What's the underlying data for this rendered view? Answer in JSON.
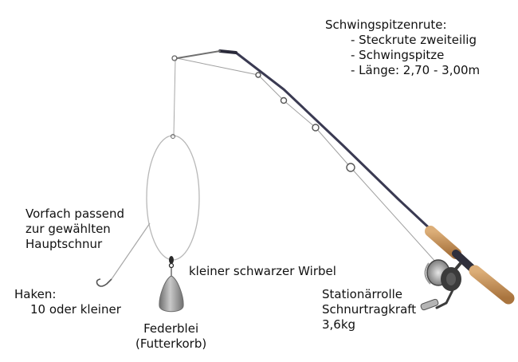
{
  "rod": {
    "title": "Schwingspitzenrute:",
    "items": [
      "- Steckrute zweiteilig",
      "- Schwingspitze",
      "- Länge: 2,70 - 3,00m"
    ]
  },
  "leader": {
    "lines": [
      "Vorfach passend",
      "zur gewählten",
      "Hauptschnur"
    ]
  },
  "hook": {
    "line1": "Haken:",
    "line2": "10 oder kleiner"
  },
  "swivel": {
    "label": "kleiner schwarzer Wirbel"
  },
  "reel": {
    "lines": [
      "Stationärrolle",
      "Schnurtragkraft",
      "3,6kg"
    ]
  },
  "sinker": {
    "line1": "Federblei",
    "line2": "(Futterkorb)"
  },
  "colors": {
    "rod_blank": "#3a3a52",
    "cork": "#c8935a",
    "reel_body": "#3b3b3b",
    "reel_metal": "#b5b5b5",
    "line": "#9a9a9a",
    "sinker": "#8e8e8e"
  }
}
